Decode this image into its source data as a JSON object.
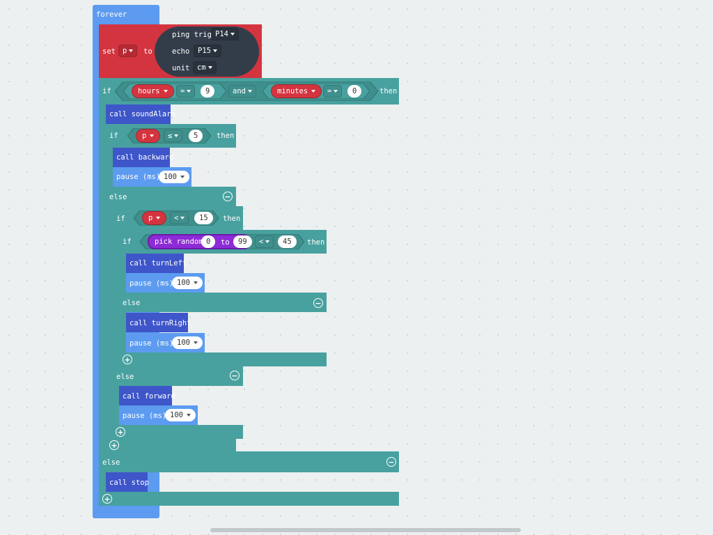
{
  "forever": {
    "label": "forever"
  },
  "set_block": {
    "set_label": "set",
    "variable": "p",
    "to_label": "to",
    "ping": {
      "trig_label": "ping trig",
      "trig_pin": "P14",
      "echo_label": "echo",
      "echo_pin": "P15",
      "unit_label": "unit",
      "unit_value": "cm"
    }
  },
  "outer_if": {
    "if_label": "if",
    "left": {
      "variable": "hours",
      "operator": "=",
      "value": "9"
    },
    "logic": "and",
    "right": {
      "variable": "minutes",
      "operator": "=",
      "value": "0"
    },
    "then_label": "then",
    "call_sound": {
      "call_label": "call",
      "name": "soundAlarm"
    },
    "inner_if": {
      "if_label": "if",
      "variable": "p",
      "operator": "≤",
      "value": "5",
      "then_label": "then",
      "call_backward": {
        "call_label": "call",
        "name": "backward"
      },
      "pause": {
        "label": "pause (ms)",
        "value": "100"
      },
      "else_label": "else",
      "mid_if": {
        "if_label": "if",
        "variable": "p",
        "operator": "<",
        "value": "15",
        "then_label": "then",
        "rand_if": {
          "if_label": "if",
          "pick_label": "pick random",
          "from": "0",
          "to_label": "to",
          "to": "99",
          "operator": "<",
          "value": "45",
          "then_label": "then",
          "call_left": {
            "call_label": "call",
            "name": "turnLeft"
          },
          "pause1": {
            "label": "pause (ms)",
            "value": "100"
          },
          "else_label": "else",
          "call_right": {
            "call_label": "call",
            "name": "turnRight"
          },
          "pause2": {
            "label": "pause (ms)",
            "value": "100"
          }
        },
        "else_label": "else",
        "call_forward": {
          "call_label": "call",
          "name": "forward"
        },
        "pause": {
          "label": "pause (ms)",
          "value": "100"
        }
      }
    },
    "else_label": "else",
    "call_stop": {
      "call_label": "call",
      "name": "stop"
    }
  },
  "colors": {
    "forever": "#5c9bf0",
    "logic": "#48a19f",
    "variables": "#d4343f",
    "functions": "#3e56c9",
    "math": "#8e2bd6",
    "sensor": "#333d4a"
  },
  "icons": {
    "collapse": "minus-circle-icon",
    "add": "plus-circle-icon",
    "dropdown": "triangle-down-icon"
  }
}
